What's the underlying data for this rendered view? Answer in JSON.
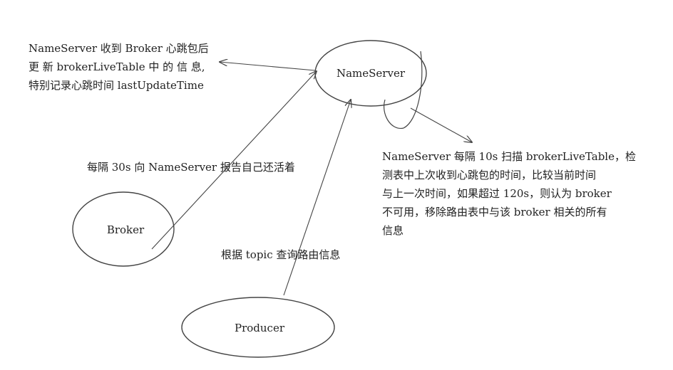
{
  "diagram": {
    "nodes": {
      "nameserver": "NameServer",
      "broker": "Broker",
      "producer": "Producer"
    },
    "notes": {
      "nameserver_update": [
        "NameServer 收到 Broker 心跳包后",
        "更 新 brokerLiveTable 中 的 信 息,",
        "特别记录心跳时间 lastUpdateTime"
      ],
      "broker_heartbeat": [
        "每隔 30s 向 NameServer 报告自己还活着"
      ],
      "nameserver_scan": [
        "NameServer 每隔 10s 扫描 brokerLiveTable，检",
        "测表中上次收到心跳包的时间，比较当前时间",
        "与上一次时间，如果超过 120s，则认为 broker",
        "不可用，移除路由表中与该 broker 相关的所有",
        "信息"
      ],
      "producer_query": [
        "根据 topic 查询路由信息"
      ]
    },
    "colors": {
      "stroke": "#444444",
      "text": "#222222",
      "background": "#ffffff"
    }
  }
}
